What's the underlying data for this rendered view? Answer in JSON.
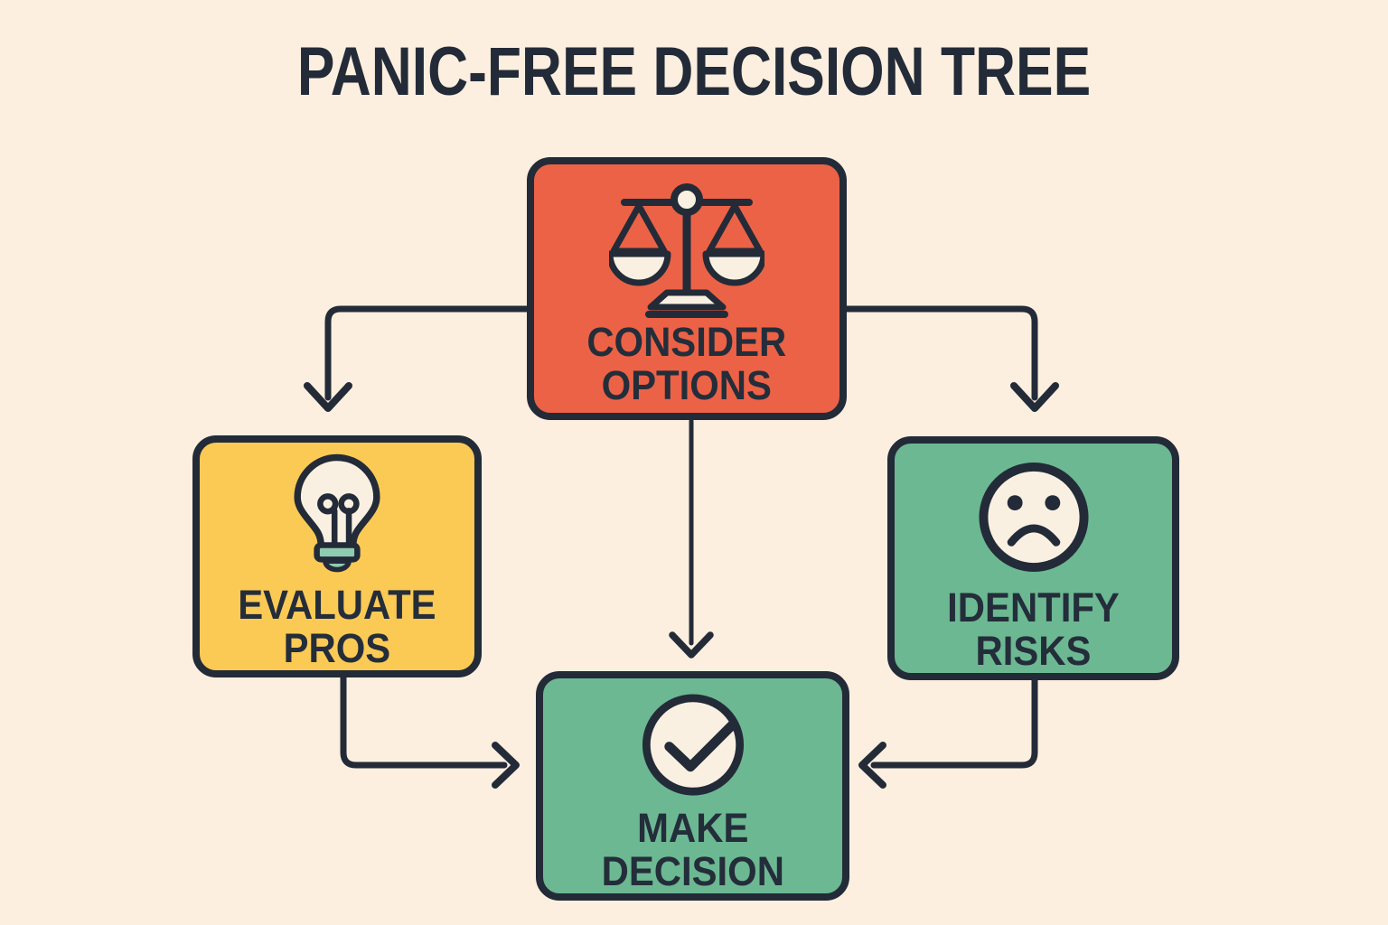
{
  "title": "PANIC-FREE DECISION TREE",
  "diagram_type": "decision-tree-flowchart",
  "colors": {
    "background": "#fcefdf",
    "outline_dark": "#232b38",
    "node_red": "#ec6246",
    "node_yellow": "#fbca55",
    "node_green": "#6cb892",
    "icon_cream": "#faf0e2",
    "bulb_band_teal": "#8ecbb0"
  },
  "nodes": {
    "consider_options": {
      "label": "CONSIDER OPTIONS",
      "line1": "CONSIDER",
      "line2": "OPTIONS",
      "icon": "balance-scale-icon",
      "color": "#ec6246",
      "position": "top-center"
    },
    "evaluate_pros": {
      "label": "EVALUATE PROS",
      "line1": "EVALUATE",
      "line2": "PROS",
      "icon": "lightbulb-icon",
      "color": "#fbca55",
      "position": "middle-left"
    },
    "identify_risks": {
      "label": "IDENTIFY RISKS",
      "line1": "IDENTIFY",
      "line2": "RISKS",
      "icon": "sad-face-icon",
      "color": "#6cb892",
      "position": "middle-right"
    },
    "make_decision": {
      "label": "MAKE DECISION",
      "line1": "MAKE",
      "line2": "DECISION",
      "icon": "check-circle-icon",
      "color": "#6cb892",
      "position": "bottom-center"
    }
  },
  "edges": [
    {
      "from": "consider_options",
      "to": "evaluate_pros"
    },
    {
      "from": "consider_options",
      "to": "identify_risks"
    },
    {
      "from": "consider_options",
      "to": "make_decision"
    },
    {
      "from": "evaluate_pros",
      "to": "make_decision"
    },
    {
      "from": "identify_risks",
      "to": "make_decision"
    }
  ]
}
